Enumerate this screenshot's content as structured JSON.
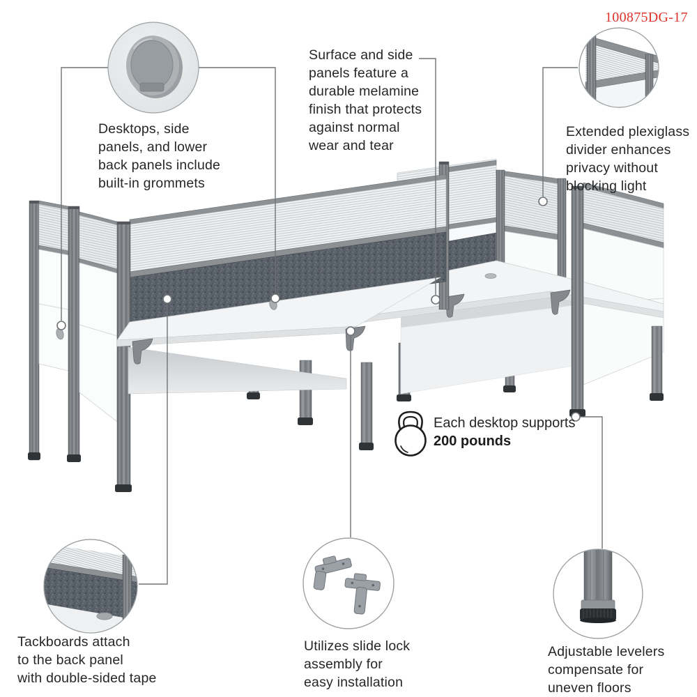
{
  "product_code": "100875DG-17",
  "callouts": {
    "grommets": "Desktops, side\npanels, and lower\nback panels include\nbuilt-in grommets",
    "melamine": "Surface and side\npanels feature a\ndurable melamine\nfinish that protects\nagainst normal\nwear and tear",
    "plexiglass": "Extended plexiglass\ndivider enhances\nprivacy without\nblocking light",
    "tackboards": "Tackboards attach\nto the back panel\nwith double-sided tape",
    "slide_lock": "Utilizes slide lock\nassembly for\neasy installation",
    "levelers": "Adjustable levelers\ncompensate for\nuneven floors",
    "weight_line1": "Each desktop supports",
    "weight_line2": "200 pounds"
  },
  "icons": {
    "kettlebell": "kettlebell-icon",
    "grommet_detail": "grommet-detail-icon",
    "plexiglass_detail": "plexiglass-detail-icon",
    "tackboard_detail": "tackboard-detail-icon",
    "slide_lock_detail": "slide-lock-detail-icon",
    "leveler_detail": "leveler-detail-icon"
  },
  "colors": {
    "code_red": "#df342c",
    "text": "#262626",
    "callout_line": "#6f7377",
    "post_gray": "#7d8185",
    "tackboard_gray": "#596068",
    "desk_white": "#f3f4f5",
    "plexi_light": "#eef0f2"
  }
}
